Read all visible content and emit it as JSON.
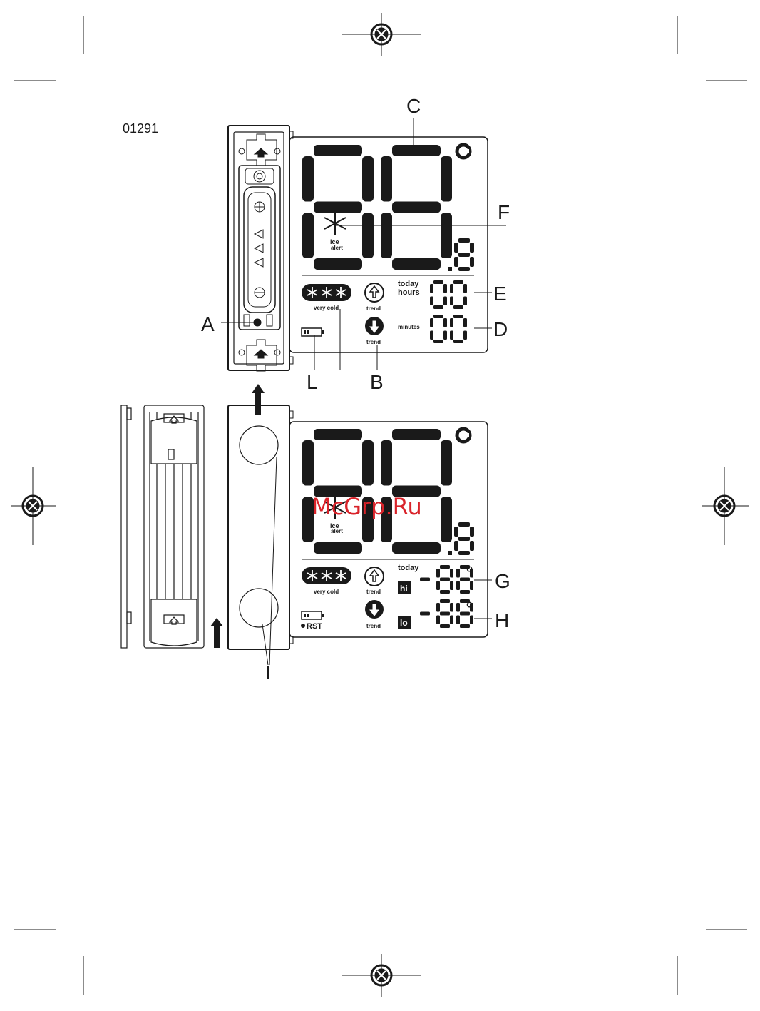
{
  "doc_code": "01291",
  "watermark": "McGrp.Ru",
  "callouts": {
    "A": "A",
    "B": "B",
    "C": "C",
    "D": "D",
    "E": "E",
    "F": "F",
    "G": "G",
    "H": "H",
    "I": "I",
    "L": "L"
  },
  "display_top": {
    "unit": "C",
    "main_digits": "88",
    "decimal_digit": "8",
    "ice_label": "ice",
    "alert_label": "alert",
    "very_cold_label": "very cold",
    "trend_up_label": "trend",
    "trend_down_label": "trend",
    "today_label": "today",
    "hours_label": "hours",
    "minutes_label": "minutes",
    "hours_digits": "00",
    "minutes_digits": "00"
  },
  "display_bottom": {
    "unit": "C",
    "main_digits": "88",
    "decimal_digit": "8",
    "ice_label": "ice",
    "alert_label": "alert",
    "very_cold_label": "very cold",
    "trend_up_label": "trend",
    "trend_down_label": "trend",
    "today_label": "today",
    "hi_label": "hi",
    "lo_label": "lo",
    "hi_value": "-88",
    "lo_value": "-88",
    "degree_symbol": "°",
    "rst_label": "RST"
  }
}
